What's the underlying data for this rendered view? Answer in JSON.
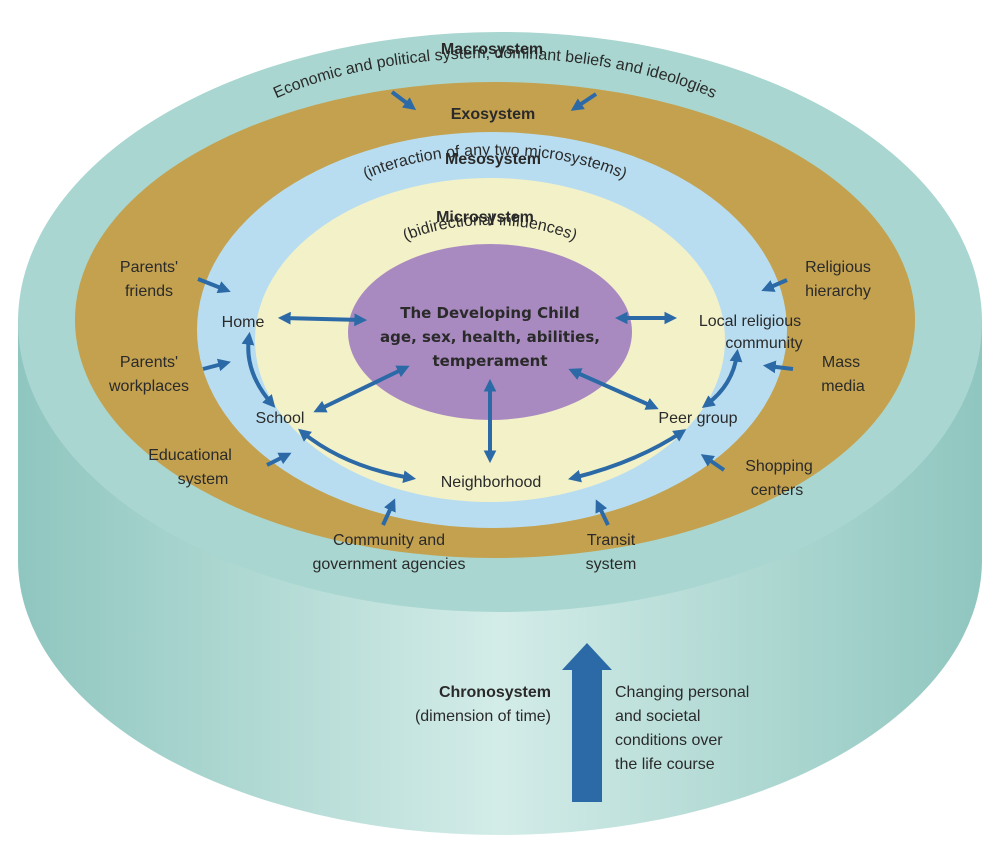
{
  "macrosystem": {
    "title": "Macrosystem",
    "description": "Economic and political system, dominant beliefs and ideologies"
  },
  "exosystem": {
    "title": "Exosystem",
    "items": [
      "Parents'",
      "friends",
      "Parents'",
      "workplaces",
      "Educational",
      "system",
      "Community and",
      "government agencies",
      "Transit",
      "system",
      "Shopping",
      "centers",
      "Mass",
      "media",
      "Religious",
      "hierarchy"
    ]
  },
  "mesosystem": {
    "title": "Mesosystem",
    "description": "(interaction of any two microsystems)"
  },
  "microsystem": {
    "title": "Microsystem",
    "description": "(bidirectional influences)",
    "settings": {
      "home": "Home",
      "school": "School",
      "neighborhood": "Neighborhood",
      "peer_group": "Peer group",
      "local_religious_1": "Local religious",
      "local_religious_2": "community"
    }
  },
  "child": {
    "line1": "The Developing Child",
    "line2": "age, sex, health, abilities,",
    "line3": "temperament"
  },
  "chronosystem": {
    "title": "Chronosystem",
    "subtitle": "(dimension of time)",
    "description": [
      "Changing personal",
      "and societal",
      "conditions over",
      "the life course"
    ]
  },
  "colors": {
    "macro": "#a9d6d0",
    "exo": "#c3a14e",
    "meso": "#b9ddf0",
    "micro": "#f3f1c8",
    "child": "#a98ac0",
    "arrow": "#2b6aa6"
  }
}
